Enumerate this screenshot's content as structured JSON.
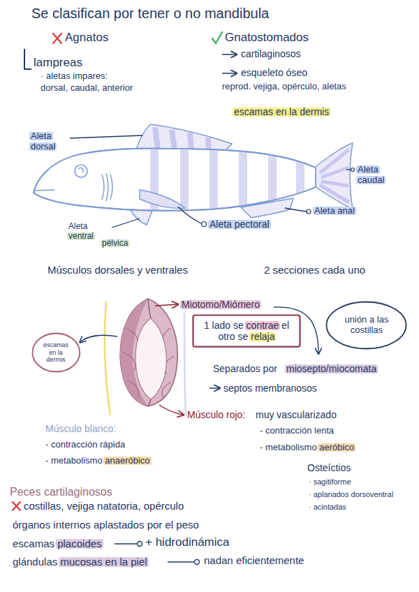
{
  "diagram": {
    "title": "Se clasifican por tener o no mandibula",
    "nodes": [
      {
        "text": [
          "1 lado se contrae el otro se relaja"
        ]
      },
      {
        "text": [
          "unión a las costillas"
        ]
      },
      {
        "text": [
          "escamas en la dermis"
        ]
      }
    ],
    "labels": [
      "Agnatos",
      "Gnatostomados",
      "lampreas",
      "· aletas impares:",
      "dorsal, caudal, anterior",
      "cartilaginosos",
      "esqueleto óseo",
      "reprod. vejiga, opérculo, aletas",
      "escamas en la dermis",
      "Aleta dorsal",
      "Aleta caudal",
      "Aleta anal",
      "Aleta pectoral",
      "Aleta ventral",
      "pélvica",
      "Músculos dorsales y ventrales",
      "2 secciones cada uno",
      "Miotomo/Miómero",
      "Separados por",
      "miosepto/miocomata",
      "septos membranosos",
      "Músculo blanco:",
      "- contracción rápida",
      "- metabolismo anaeróbico",
      "Músculo rojo:",
      "muy vascularizado",
      "- contracción lenta",
      "- metabolismo aeróbico",
      "Osteíctios",
      "· sagitiforme",
      "· aplanados dorsoventral",
      "· acintadas",
      "Peces cartilaginosos",
      "costillas, vejiga natatoria, opérculo",
      "órganos internos aplastados por el peso",
      "escamas placoides",
      "+ hidrodinámica",
      "glándulas mucosas en la piel",
      "nadan eficientemente"
    ]
  }
}
